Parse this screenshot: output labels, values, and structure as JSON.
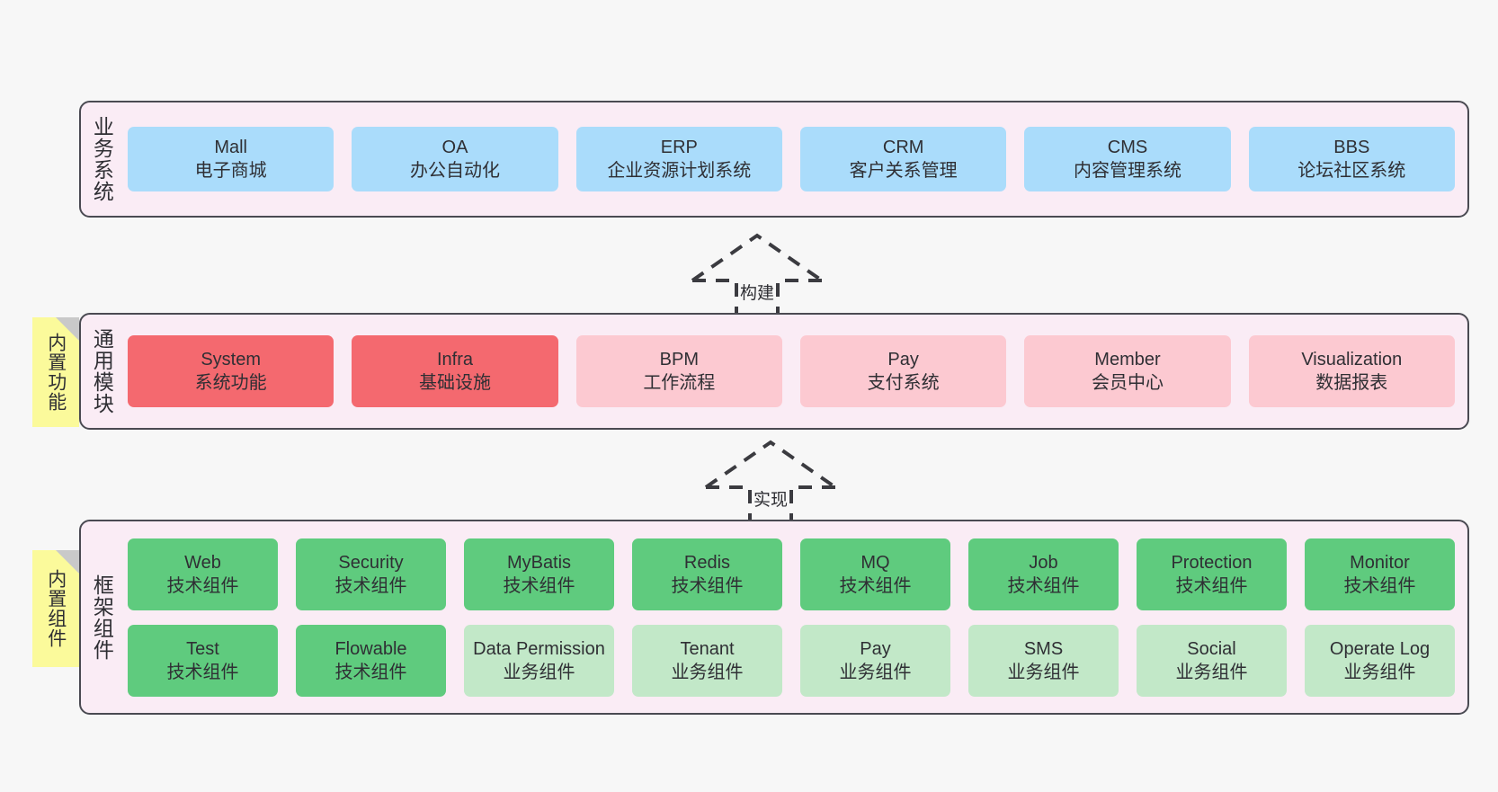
{
  "diagram": {
    "background_color": "#f7f7f7",
    "container_border_color": "#4a4a52",
    "container_fill_color": "#faecf5"
  },
  "layers": [
    {
      "id": "business",
      "title": "业务系统",
      "card_color": "#aadcfb",
      "rows": [
        [
          {
            "en": "Mall",
            "cn": "电子商城"
          },
          {
            "en": "OA",
            "cn": "办公自动化"
          },
          {
            "en": "ERP",
            "cn": "企业资源计划系统"
          },
          {
            "en": "CRM",
            "cn": "客户关系管理"
          },
          {
            "en": "CMS",
            "cn": "内容管理系统"
          },
          {
            "en": "BBS",
            "cn": "论坛社区系统"
          }
        ]
      ]
    },
    {
      "id": "common",
      "title": "通用模块",
      "sticky": "内置功能",
      "card_color_primary": "#f4696f",
      "card_color_secondary": "#fcc9d1",
      "rows": [
        [
          {
            "en": "System",
            "cn": "系统功能"
          },
          {
            "en": "Infra",
            "cn": "基础设施"
          },
          {
            "en": "BPM",
            "cn": "工作流程"
          },
          {
            "en": "Pay",
            "cn": "支付系统"
          },
          {
            "en": "Member",
            "cn": "会员中心"
          },
          {
            "en": "Visualization",
            "cn": "数据报表"
          }
        ]
      ]
    },
    {
      "id": "framework",
      "title": "框架组件",
      "sticky": "内置组件",
      "card_color_primary": "#5fcb7e",
      "card_color_secondary": "#c2e8c8",
      "rows": [
        [
          {
            "en": "Web",
            "cn": "技术组件"
          },
          {
            "en": "Security",
            "cn": "技术组件"
          },
          {
            "en": "MyBatis",
            "cn": "技术组件"
          },
          {
            "en": "Redis",
            "cn": "技术组件"
          },
          {
            "en": "MQ",
            "cn": "技术组件"
          },
          {
            "en": "Job",
            "cn": "技术组件"
          },
          {
            "en": "Protection",
            "cn": "技术组件"
          },
          {
            "en": "Monitor",
            "cn": "技术组件"
          }
        ],
        [
          {
            "en": "Test",
            "cn": "技术组件"
          },
          {
            "en": "Flowable",
            "cn": "技术组件"
          },
          {
            "en": "Data Permission",
            "cn": "业务组件"
          },
          {
            "en": "Tenant",
            "cn": "业务组件"
          },
          {
            "en": "Pay",
            "cn": "业务组件"
          },
          {
            "en": "SMS",
            "cn": "业务组件"
          },
          {
            "en": "Social",
            "cn": "业务组件"
          },
          {
            "en": "Operate Log",
            "cn": "业务组件"
          }
        ]
      ]
    }
  ],
  "arrows": [
    {
      "id": "build",
      "label": "构建",
      "from": "common",
      "to": "business"
    },
    {
      "id": "implement",
      "label": "实现",
      "from": "framework",
      "to": "common"
    }
  ]
}
